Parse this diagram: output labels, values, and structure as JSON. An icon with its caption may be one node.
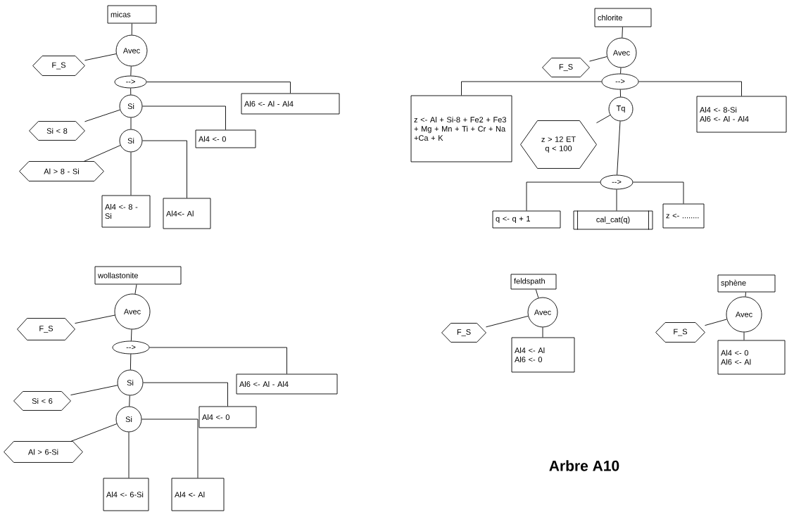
{
  "diagram": {
    "title": "Arbre A10",
    "nodes": [
      {
        "text": [
          "micas"
        ]
      },
      {
        "text": [
          "Avec"
        ]
      },
      {
        "text": [
          "F_S"
        ]
      },
      {
        "text": [
          "-->"
        ]
      },
      {
        "text": [
          "Al6 <- Al - Al4"
        ]
      },
      {
        "text": [
          "Si"
        ]
      },
      {
        "text": [
          "Si < 8"
        ]
      },
      {
        "text": [
          "Al4 <- 0"
        ]
      },
      {
        "text": [
          "Si"
        ]
      },
      {
        "text": [
          "Al > 8 - Si"
        ]
      },
      {
        "text": [
          "Al4 <- 8 - Si"
        ]
      },
      {
        "text": [
          "Al4<- Al"
        ]
      },
      {
        "text": [
          "chlorite"
        ]
      },
      {
        "text": [
          "Avec"
        ]
      },
      {
        "text": [
          "F_S"
        ]
      },
      {
        "text": [
          "-->"
        ]
      },
      {
        "text": [
          "z <- Al + Si-8 + Fe2 + Fe3 + Mg + Mn + Ti + Cr + Na +Ca + K"
        ]
      },
      {
        "text": [
          "Tq"
        ]
      },
      {
        "text": [
          "z > 12 ET q < 100"
        ]
      },
      {
        "text": [
          "Al4 <- 8-Si",
          "Al6 <- Al - Al4"
        ]
      },
      {
        "text": [
          "-->"
        ]
      },
      {
        "text": [
          "q <- q + 1"
        ]
      },
      {
        "text": [
          "cal_cat(q)"
        ]
      },
      {
        "text": [
          "z <- ........"
        ]
      },
      {
        "text": [
          "wollastonite"
        ]
      },
      {
        "text": [
          "Avec"
        ]
      },
      {
        "text": [
          "F_S"
        ]
      },
      {
        "text": [
          "-->"
        ]
      },
      {
        "text": [
          "Al6 <- Al - Al4"
        ]
      },
      {
        "text": [
          "Si"
        ]
      },
      {
        "text": [
          "Si < 6"
        ]
      },
      {
        "text": [
          "Al4 <- 0"
        ]
      },
      {
        "text": [
          "Si"
        ]
      },
      {
        "text": [
          "Al > 6-Si"
        ]
      },
      {
        "text": [
          "Al4 <- 6-Si"
        ]
      },
      {
        "text": [
          "Al4 <- Al"
        ]
      },
      {
        "text": [
          "feldspath"
        ]
      },
      {
        "text": [
          "Avec"
        ]
      },
      {
        "text": [
          "F_S"
        ]
      },
      {
        "text": [
          "Al4 <- Al",
          "Al6 <- 0"
        ]
      },
      {
        "text": [
          "sphène"
        ]
      },
      {
        "text": [
          "Avec"
        ]
      },
      {
        "text": [
          "F_S"
        ]
      },
      {
        "text": [
          "Al4 <- 0",
          "Al6 <- Al"
        ]
      }
    ],
    "edges": [
      {
        "from": 0,
        "to": 1,
        "arrow": "none"
      },
      {
        "from": 1,
        "to": 2,
        "arrow": "none"
      },
      {
        "from": 1,
        "to": 3,
        "arrow": "none"
      },
      {
        "from": 3,
        "to": 4,
        "arrow": "none"
      },
      {
        "from": 3,
        "to": 5,
        "arrow": "none"
      },
      {
        "from": 5,
        "to": 6,
        "arrow": "none"
      },
      {
        "from": 5,
        "to": 7,
        "arrow": "none"
      },
      {
        "from": 5,
        "to": 8,
        "arrow": "none"
      },
      {
        "from": 8,
        "to": 9,
        "arrow": "none"
      },
      {
        "from": 8,
        "to": 10,
        "arrow": "none"
      },
      {
        "from": 8,
        "to": 11,
        "arrow": "none"
      },
      {
        "from": 12,
        "to": 13,
        "arrow": "none"
      },
      {
        "from": 13,
        "to": 14,
        "arrow": "none"
      },
      {
        "from": 13,
        "to": 15,
        "arrow": "none"
      },
      {
        "from": 15,
        "to": 16,
        "arrow": "none"
      },
      {
        "from": 15,
        "to": 19,
        "arrow": "none"
      },
      {
        "from": 15,
        "to": 17,
        "arrow": "none"
      },
      {
        "from": 17,
        "to": 18,
        "arrow": "none"
      },
      {
        "from": 17,
        "to": 20,
        "arrow": "none"
      },
      {
        "from": 20,
        "to": 21,
        "arrow": "none"
      },
      {
        "from": 20,
        "to": 22,
        "arrow": "none"
      },
      {
        "from": 20,
        "to": 23,
        "arrow": "none"
      },
      {
        "from": 24,
        "to": 25,
        "arrow": "none"
      },
      {
        "from": 25,
        "to": 26,
        "arrow": "none"
      },
      {
        "from": 25,
        "to": 27,
        "arrow": "none"
      },
      {
        "from": 27,
        "to": 28,
        "arrow": "none"
      },
      {
        "from": 27,
        "to": 29,
        "arrow": "none"
      },
      {
        "from": 29,
        "to": 30,
        "arrow": "none"
      },
      {
        "from": 29,
        "to": 31,
        "arrow": "none"
      },
      {
        "from": 29,
        "to": 32,
        "arrow": "none"
      },
      {
        "from": 32,
        "to": 33,
        "arrow": "none"
      },
      {
        "from": 32,
        "to": 34,
        "arrow": "none"
      },
      {
        "from": 32,
        "to": 35,
        "arrow": "none"
      },
      {
        "from": 36,
        "to": 37,
        "arrow": "none"
      },
      {
        "from": 37,
        "to": 38,
        "arrow": "none"
      },
      {
        "from": 37,
        "to": 39,
        "arrow": "none"
      },
      {
        "from": 40,
        "to": 41,
        "arrow": "none"
      },
      {
        "from": 41,
        "to": 42,
        "arrow": "none"
      },
      {
        "from": 41,
        "to": 43,
        "arrow": "none"
      }
    ]
  }
}
